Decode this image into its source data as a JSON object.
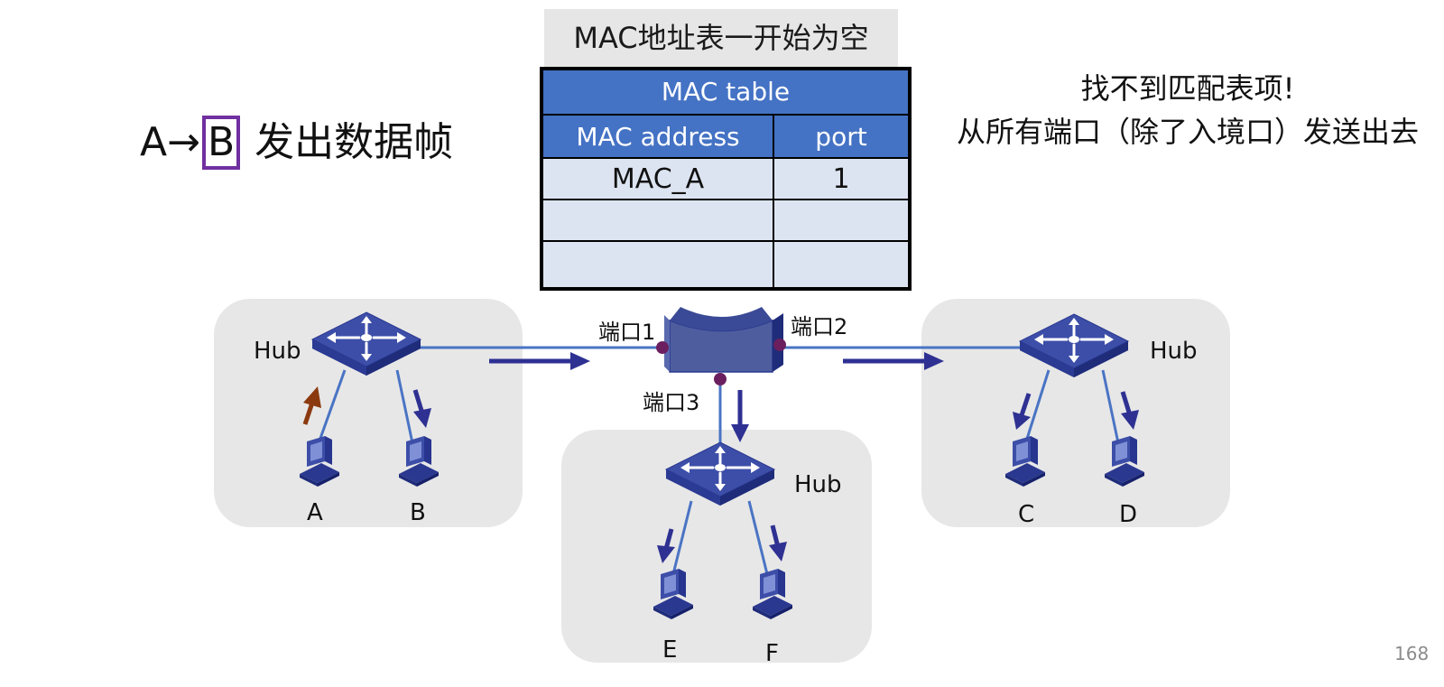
{
  "caption": "MAC地址表一开始为空",
  "statement": {
    "prefix": "A→",
    "target": "B",
    "suffix": " 发出数据帧"
  },
  "note": {
    "line1": "找不到匹配表项!",
    "line2": "从所有端口（除了入境口）发送出去"
  },
  "mac_table": {
    "title": "MAC table",
    "headers": [
      "MAC address",
      "port"
    ],
    "rows": [
      [
        "MAC_A",
        "1"
      ],
      [
        "",
        ""
      ],
      [
        "",
        ""
      ]
    ]
  },
  "switch_ports": {
    "port1": "端口1",
    "port2": "端口2",
    "port3": "端口3"
  },
  "hubs": {
    "left": "Hub",
    "right": "Hub",
    "bottom": "Hub"
  },
  "hosts": {
    "a": "A",
    "b": "B",
    "c": "C",
    "d": "D",
    "e": "E",
    "f": "F"
  },
  "page_number": "168",
  "colors": {
    "device_blue": "#3c4ea8",
    "link_blue": "#4a74c4",
    "arrow_blue": "#2e3192",
    "arrow_brown": "#8b3a0f",
    "table_header": "#4472c4",
    "table_body": "#dde4f1",
    "highlight_box": "#7030a0",
    "port_dot": "#6b1f5e",
    "group_bg": "#e7e7e7"
  },
  "icons": [
    "hub-icon",
    "switch-icon",
    "computer-icon",
    "arrow-icon"
  ]
}
